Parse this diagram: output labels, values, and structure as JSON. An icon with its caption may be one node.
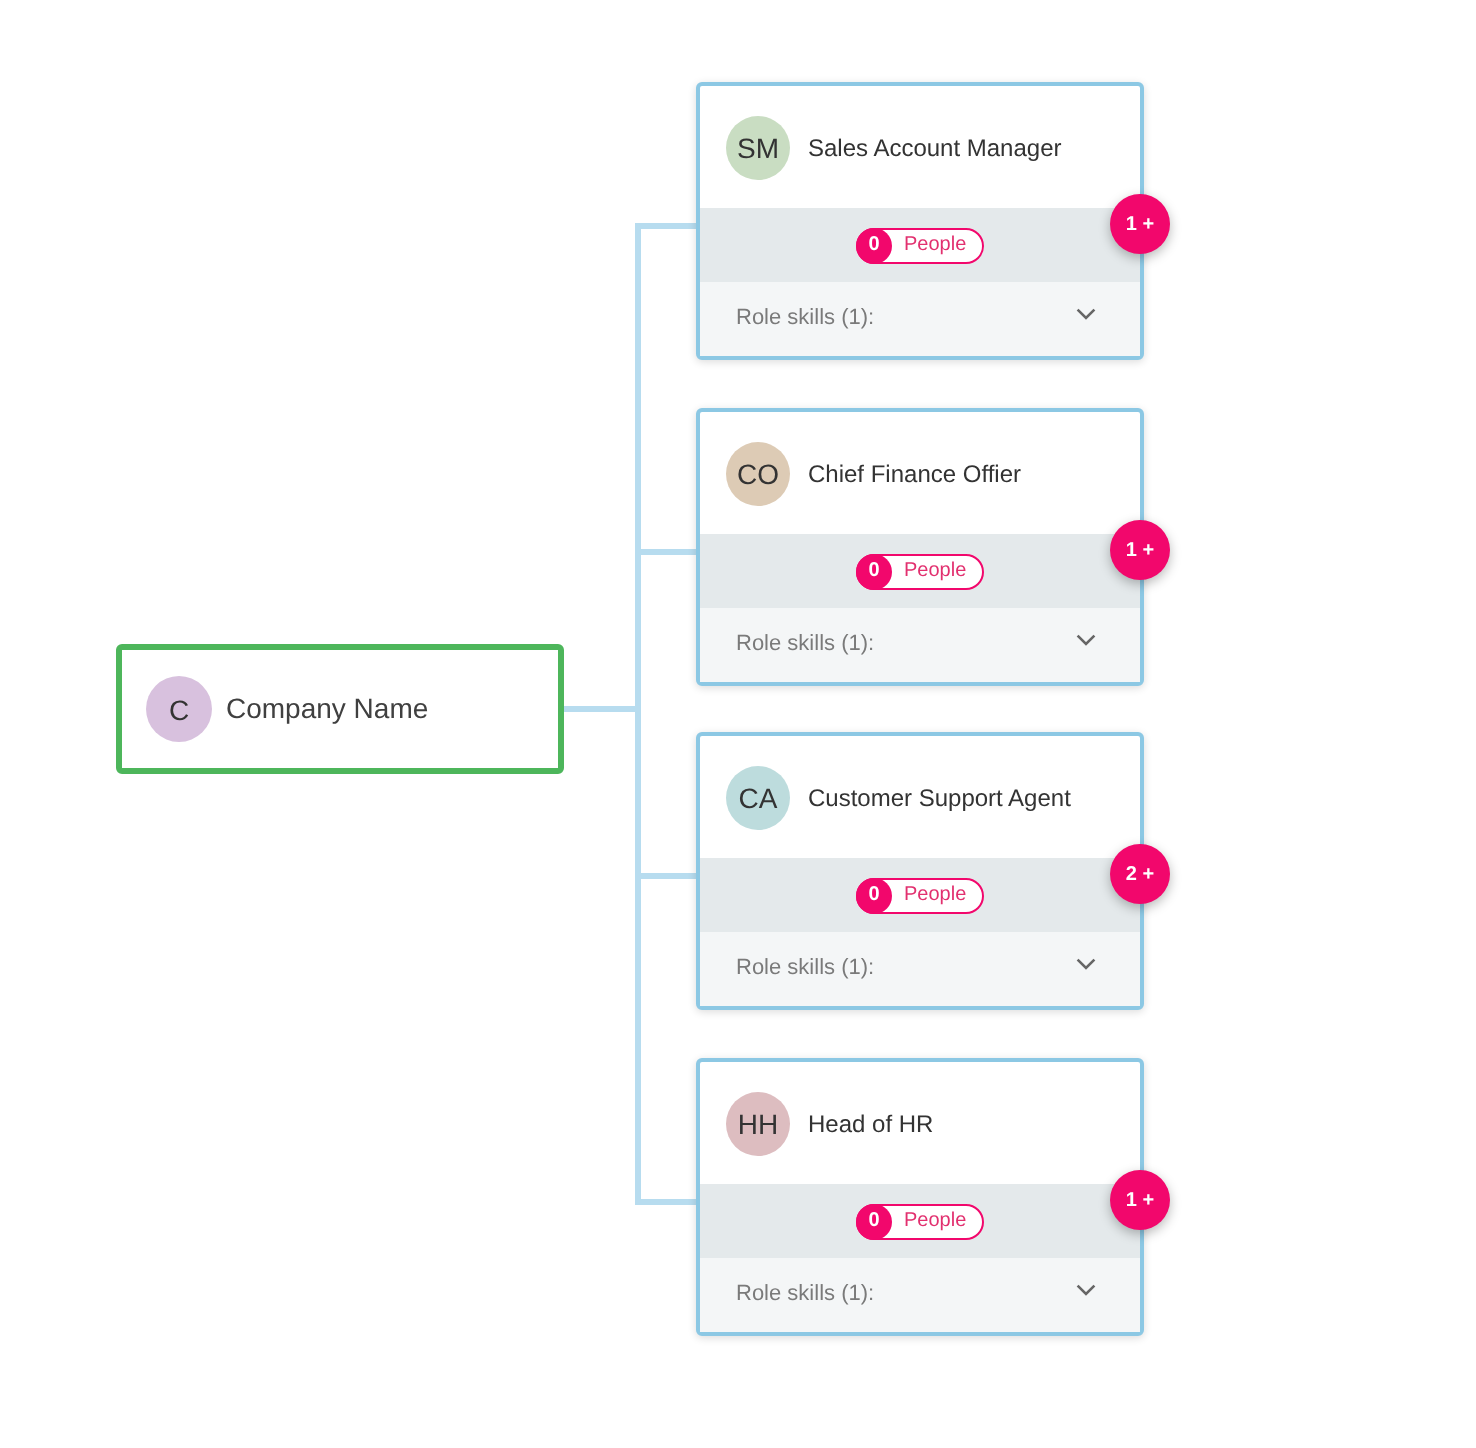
{
  "diagram": {
    "nodes": [
      {
        "text": [
          "Company Name"
        ]
      },
      {
        "text": [
          "C"
        ],
        "in": 0
      },
      {
        "text": [
          "Sales Account Manager",
          "Role skills (1):"
        ]
      },
      {
        "text": [
          "SM"
        ],
        "in": 2
      },
      {
        "text": [
          "0",
          "People"
        ],
        "in": 2
      },
      {
        "text": [
          "1 +"
        ]
      },
      {
        "text": [
          "Chief Finance Offier",
          "Role skills (1):"
        ]
      },
      {
        "text": [
          "CO"
        ],
        "in": 6
      },
      {
        "text": [
          "0",
          "People"
        ],
        "in": 6
      },
      {
        "text": [
          "1 +"
        ]
      },
      {
        "text": [
          "Customer Support Agent",
          "Role skills (1):"
        ]
      },
      {
        "text": [
          "CA"
        ],
        "in": 10
      },
      {
        "text": [
          "0",
          "People"
        ],
        "in": 10
      },
      {
        "text": [
          "2 +"
        ]
      },
      {
        "text": [
          "Head of HR",
          "Role skills (1):"
        ]
      },
      {
        "text": [
          "HH"
        ],
        "in": 14
      },
      {
        "text": [
          "0",
          "People"
        ],
        "in": 14
      },
      {
        "text": [
          "1 +"
        ]
      }
    ],
    "edges": [
      {
        "from": 0,
        "to": 2,
        "arrow": "none"
      },
      {
        "from": 0,
        "to": 6,
        "arrow": "none"
      },
      {
        "from": 0,
        "to": 10,
        "arrow": "none"
      },
      {
        "from": 0,
        "to": 14,
        "arrow": "none"
      }
    ]
  }
}
